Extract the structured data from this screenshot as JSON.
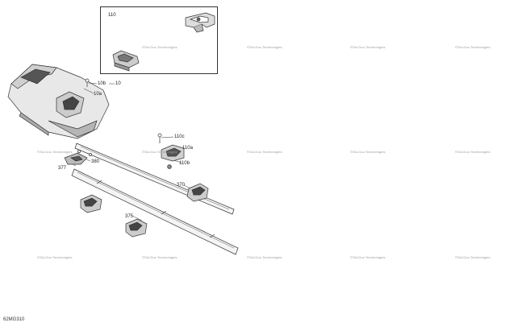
{
  "diagram": {
    "drawing_code": "62MG310",
    "watermark": "©Ski-Doo Technologies",
    "callouts": {
      "c110": "110",
      "c10b": "10b",
      "c10": "10",
      "c10a": "10a",
      "c110c": "110c",
      "c110a": "110a",
      "c110b": "110b",
      "c377": "377",
      "c380": "380",
      "c370": "370",
      "c375": "375"
    }
  }
}
